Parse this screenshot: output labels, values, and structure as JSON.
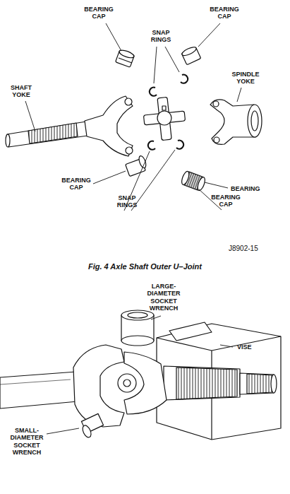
{
  "diagram": {
    "caption": "Fig. 4 Axle Shaft Outer U–Joint",
    "labels": [
      "BEARING CAP",
      "SNAP RINGS",
      "BEARING CAP",
      "SHAFT YOKE",
      "SPINDLE YOKE",
      "BEARING CAP",
      "SNAP RINGS",
      "BEARING",
      "BEARING CAP",
      "J8902-15",
      "LARGE-DIAMETER SOCKET WRENCH",
      "VISE",
      "SMALL-DIAMETER SOCKET WRENCH"
    ]
  }
}
